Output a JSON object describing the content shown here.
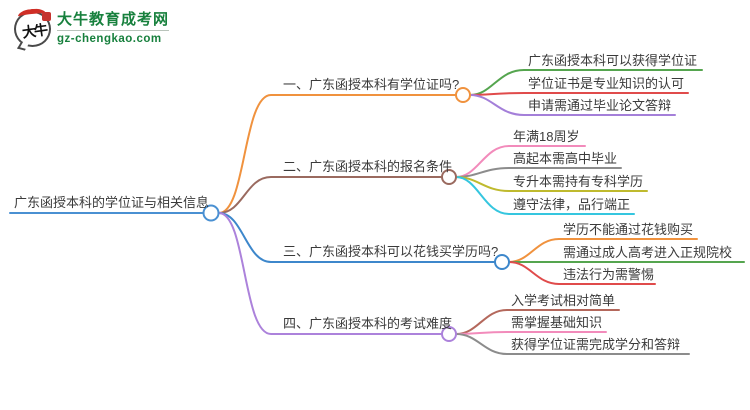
{
  "logo": {
    "icon_text": "大牛",
    "title": "大牛教育成考网",
    "url": "gz-chengkao.com",
    "brand_color": "#17803d"
  },
  "mindmap": {
    "root": {
      "label": "广东函授本科的学位证与相关信息",
      "color": "#4A90D2"
    },
    "branches": [
      {
        "label": "一、广东函授本科有学位证吗?",
        "color": "#F0923E",
        "children": [
          {
            "label": "广东函授本科可以获得学位证",
            "color": "#55A54F"
          },
          {
            "label": "学位证书是专业知识的认可",
            "color": "#E04B4B"
          },
          {
            "label": "申请需通过毕业论文答辩",
            "color": "#A47FD9"
          }
        ]
      },
      {
        "label": "二、广东函授本科的报名条件",
        "color": "#9A6A5F",
        "children": [
          {
            "label": "年满18周岁",
            "color": "#F28BBB"
          },
          {
            "label": "高起本需高中毕业",
            "color": "#8C8C8C"
          },
          {
            "label": "专升本需持有专科学历",
            "color": "#BFBA2E"
          },
          {
            "label": "遵守法律，品行端正",
            "color": "#35C6DF"
          }
        ]
      },
      {
        "label": "三、广东函授本科可以花钱买学历吗?",
        "color": "#3D87CB",
        "children": [
          {
            "label": "学历不能通过花钱购买",
            "color": "#F0923E"
          },
          {
            "label": "需通过成人高考进入正规院校",
            "color": "#55A54F"
          },
          {
            "label": "违法行为需警惕",
            "color": "#E04B4B"
          }
        ]
      },
      {
        "label": "四、广东函授本科的考试难度",
        "color": "#AC82DB",
        "children": [
          {
            "label": "入学考试相对简单",
            "color": "#B4685C"
          },
          {
            "label": "需掌握基础知识",
            "color": "#F28BBB"
          },
          {
            "label": "获得学位证需完成学分和答辩",
            "color": "#8C8C8C"
          }
        ]
      }
    ]
  }
}
